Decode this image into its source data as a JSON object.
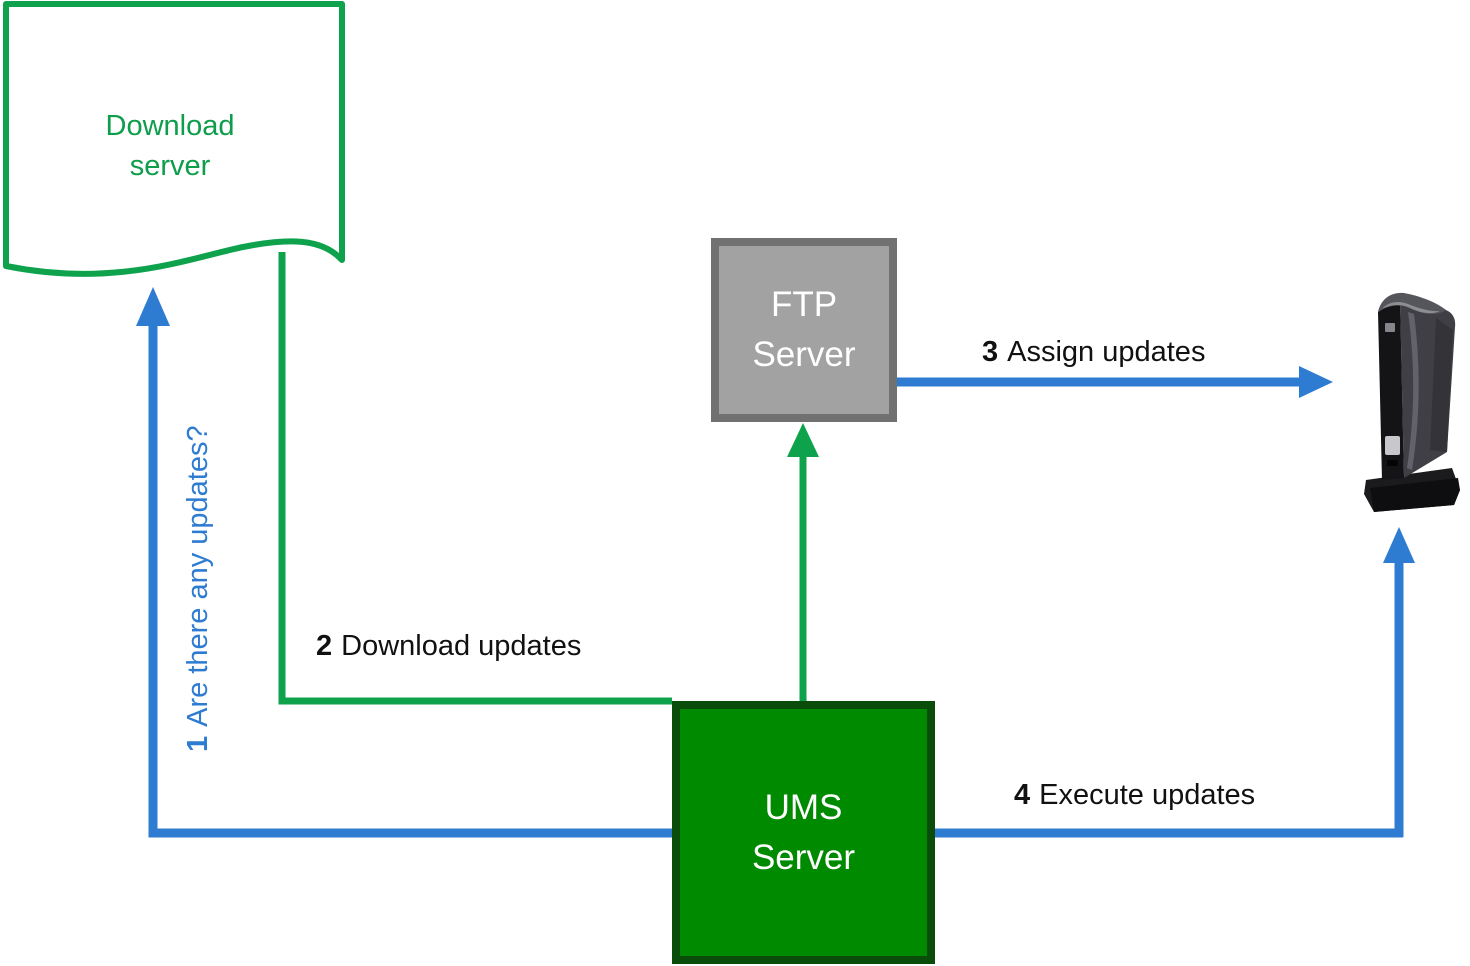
{
  "diagram": {
    "nodes": {
      "download_server": {
        "line1": "Download",
        "line2": "server"
      },
      "ftp_server": {
        "line1": "FTP",
        "line2": "Server"
      },
      "ums_server": {
        "line1": "UMS",
        "line2": "Server"
      },
      "thin_client": {
        "icon": "thin-client-device"
      }
    },
    "labels": {
      "step1": {
        "num": "1",
        "text": "Are there any updates?"
      },
      "step2": {
        "num": "2",
        "text": "Download updates"
      },
      "step3": {
        "num": "3",
        "text": "Assign updates"
      },
      "step4": {
        "num": "4",
        "text": "Execute updates"
      }
    },
    "colors": {
      "green_line": "#0ea24d",
      "green_fill": "#008a00",
      "green_border": "#0a4d0a",
      "green_text": "#0d9d4b",
      "blue": "#2e7cd2",
      "gray_fill": "#a2a2a2",
      "gray_border": "#717171",
      "label_text": "#111111"
    }
  }
}
